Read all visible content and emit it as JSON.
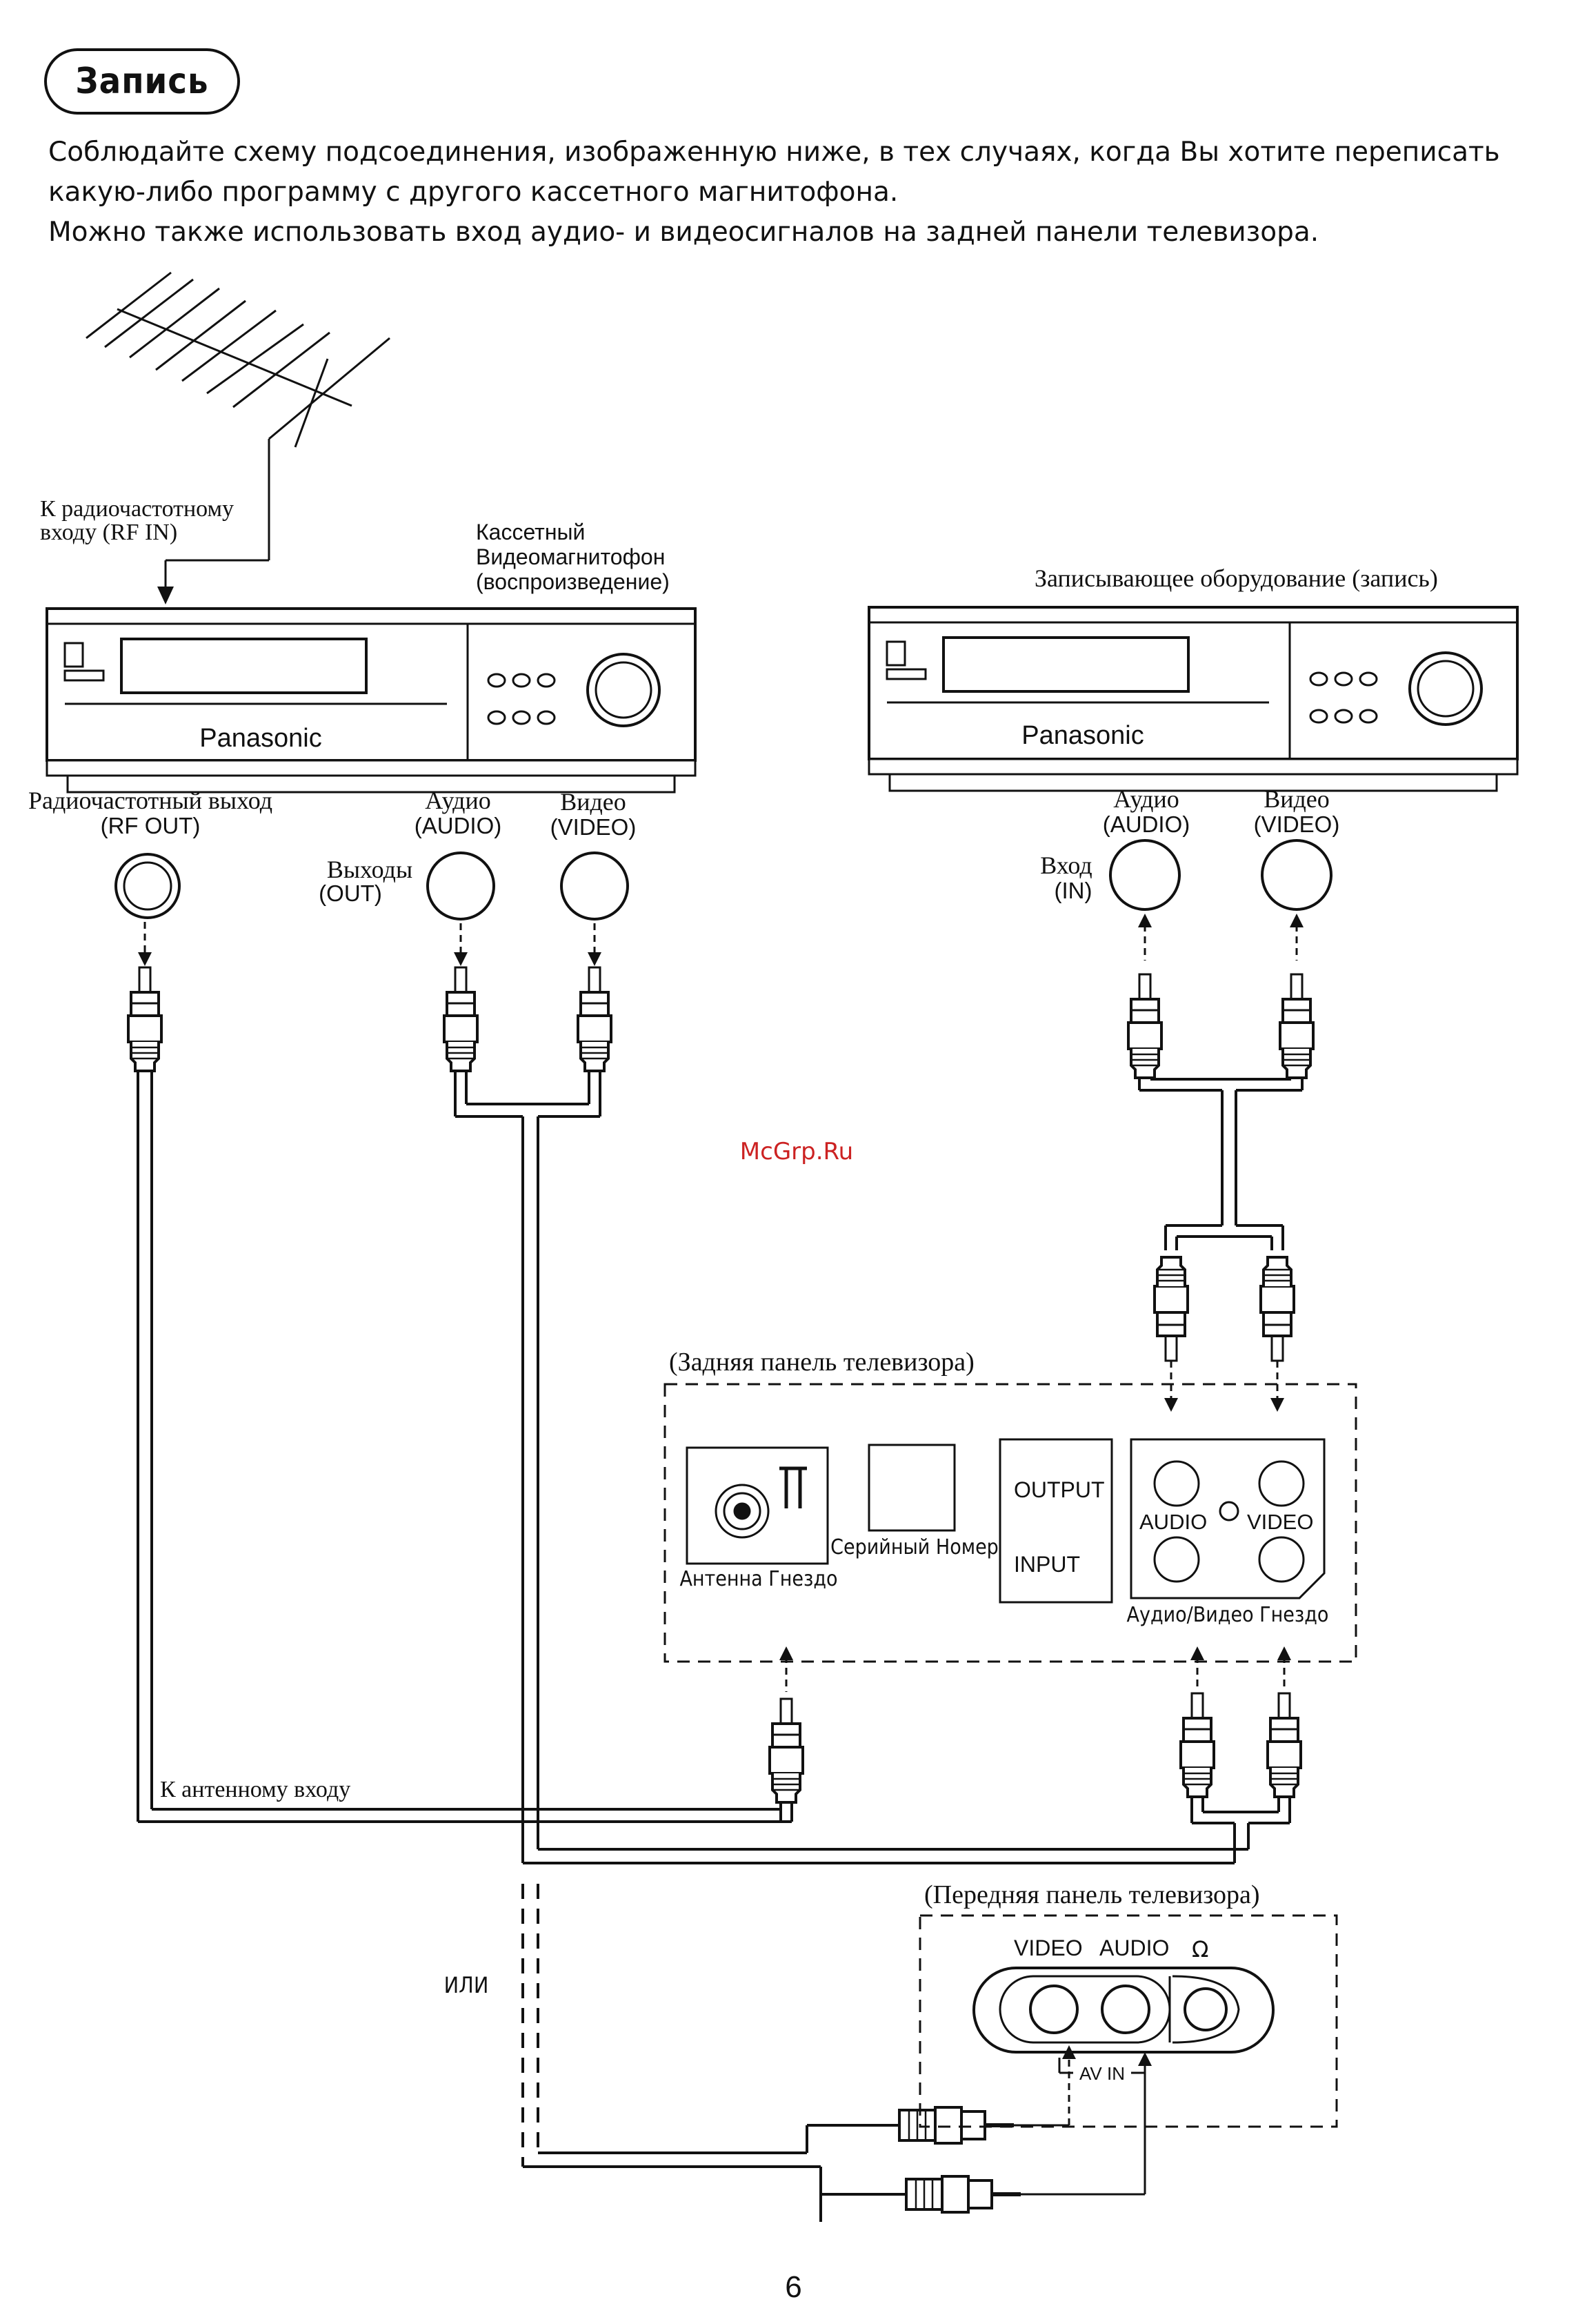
{
  "heading": "Запись",
  "intro": {
    "line1": "Соблюдайте схему подсоединения, изображенную ниже, в тех случаях, когда Вы хотите переписать",
    "line2": "какую-либо программу с другого кассетного магнитофона.",
    "line3": "Можно также использовать вход аудио- и видеосигналов на задней панели телевизора."
  },
  "antenna": {
    "label_line1": "К радиочастотному",
    "label_line2": "входу (RF IN)"
  },
  "vcr_play": {
    "label_line1": "Кассетный",
    "label_line2": "Видеомагнитофон",
    "label_line3": "(воспроизведение)",
    "brand": "Panasonic",
    "rf_out_line1": "Радиочастотный выход",
    "rf_out_line2": "(RF OUT)",
    "audio_line1": "Аудио",
    "audio_line2": "(AUDIO)",
    "video_line1": "Видео",
    "video_line2": "(VIDEO)",
    "outputs_line1": "Выходы",
    "outputs_line2": "(OUT)"
  },
  "vcr_rec": {
    "label": "Записывающее оборудование (запись)",
    "brand": "Panasonic",
    "audio_line1": "Аудио",
    "audio_line2": "(AUDIO)",
    "video_line1": "Видео",
    "video_line2": "(VIDEO)",
    "input_line1": "Вход",
    "input_line2": "(IN)"
  },
  "watermark": "McGrp.Ru",
  "tv_rear": {
    "label": "(Задняя панель телевизора)",
    "antenna_socket": "Антенна Гнездо",
    "serial_number": "Серийный Номер",
    "output": "OUTPUT",
    "input": "INPUT",
    "audio": "AUDIO",
    "video": "VIDEO",
    "av_socket": "Аудио/Видео Гнездо"
  },
  "antenna_input_label": "К антенному входу",
  "or_label": "ИЛИ",
  "tv_front": {
    "label": "(Передняя панель телевизора)",
    "video": "VIDEO",
    "audio": "AUDIO",
    "headphone_symbol": "Ω",
    "av_in": "AV IN"
  },
  "page_number": "6"
}
